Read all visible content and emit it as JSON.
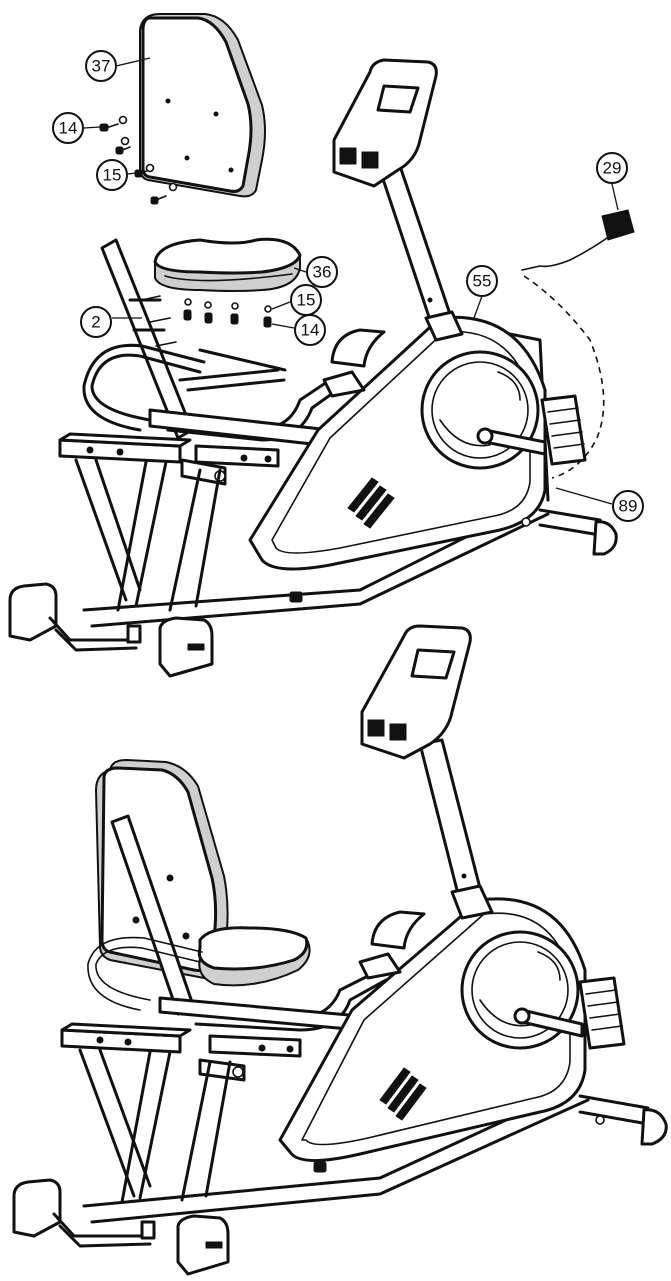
{
  "callouts": {
    "c37": "37",
    "c14a": "14",
    "c15a": "15",
    "c29": "29",
    "c36": "36",
    "c2": "2",
    "c15b": "15",
    "c14b": "14",
    "c55": "55",
    "c89": "89"
  }
}
